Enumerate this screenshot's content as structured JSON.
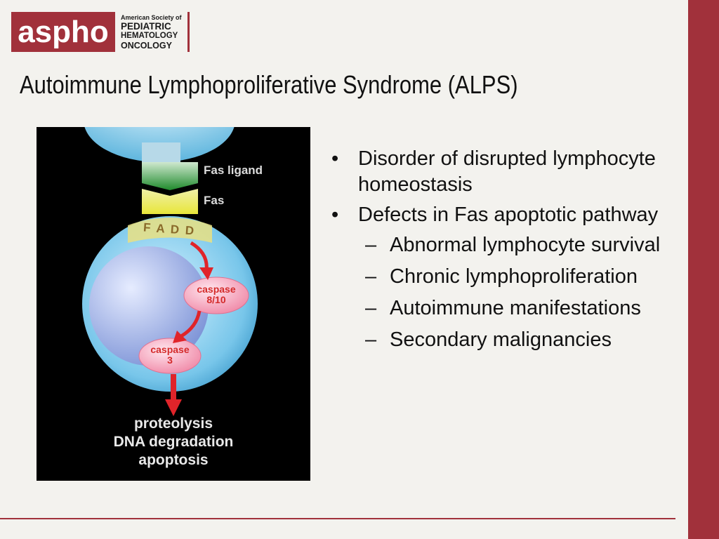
{
  "logo": {
    "mark": "aspho",
    "line1": "American Society of",
    "line2": "PEDIATRIC",
    "line3": "HEMATOLOGY",
    "line4": "ONCOLOGY"
  },
  "title": "Autoimmune Lymphoproliferative Syndrome (ALPS)",
  "figure": {
    "fas_ligand": "Fas ligand",
    "fas": "Fas",
    "fadd": "F A D D",
    "caspase810_l1": "caspase",
    "caspase810_l2": "8/10",
    "caspase3_l1": "caspase",
    "caspase3_l2": "3",
    "outcome1": "proteolysis",
    "outcome2": "DNA degradation",
    "outcome3": "apoptosis"
  },
  "bullets": [
    {
      "text": "Disorder of disrupted lymphocyte homeostasis"
    },
    {
      "text": "Defects in Fas apoptotic pathway"
    }
  ],
  "subbullets": [
    {
      "text": "Abnormal lymphocyte survival"
    },
    {
      "text": "Chronic lymphoproliferation"
    },
    {
      "text": "Autoimmune manifestations"
    },
    {
      "text": "Secondary malignancies"
    }
  ],
  "colors": {
    "accent": "#a1313b",
    "background": "#f3f2ee"
  }
}
